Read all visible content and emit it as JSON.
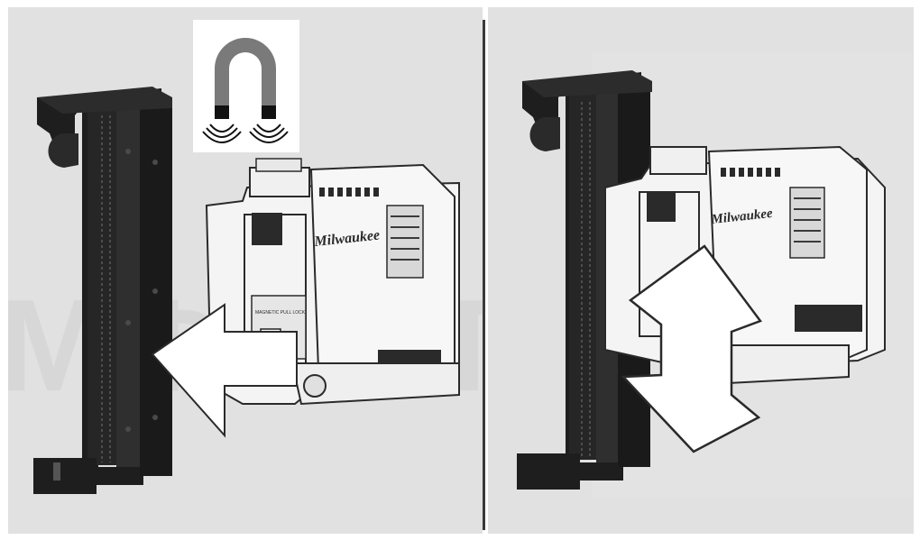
{
  "figure": {
    "brand_label": "Milwaukee",
    "switch_label": "MAGNETIC PULL LOCK",
    "watermark": "МФОРТ",
    "colors": {
      "panel_bg": "#e1e1e1",
      "bracket": "#1e1e1e",
      "laser_body": "#f4f4f4",
      "outline": "#2a2a2a",
      "arrow_fill": "#ffffff"
    },
    "icons": [
      "magnet-icon",
      "slide-left-arrow",
      "vertical-adjust-arrow"
    ]
  }
}
